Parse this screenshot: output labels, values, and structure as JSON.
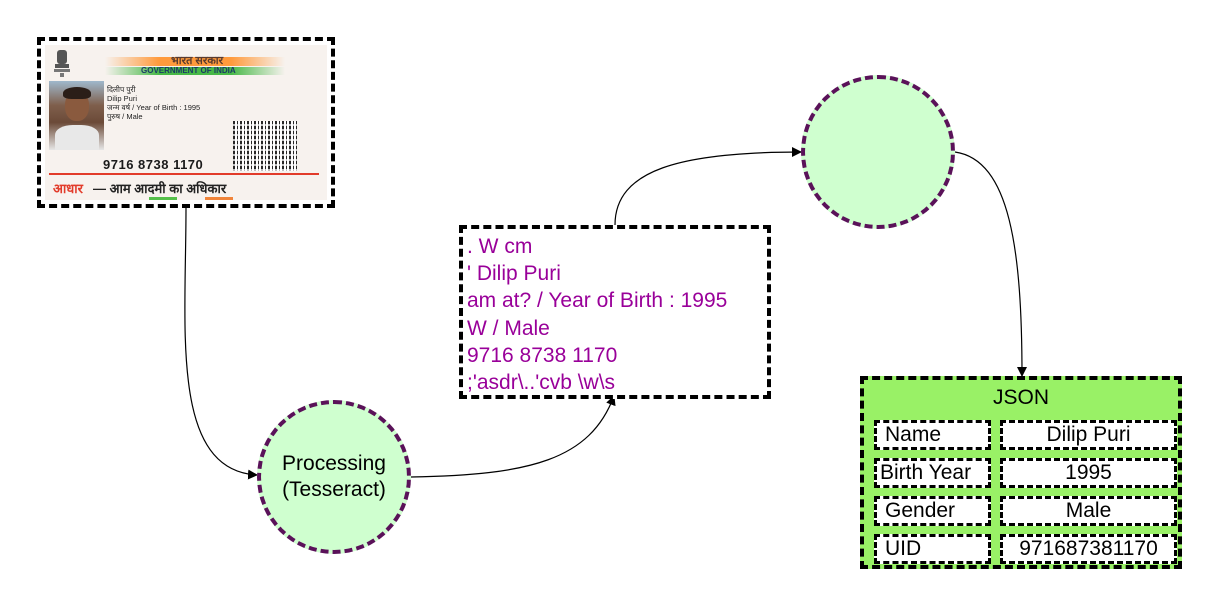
{
  "id_card": {
    "hindi_government": "भारत सरकार",
    "english_government": "GOVERNMENT OF INDIA",
    "name_hindi": "दिलीप पुरी",
    "name_english": "Dilip Puri",
    "birth_year_line": "जन्म वर्ष / Year of Birth : 1995",
    "gender_line": "पुरुष / Male",
    "uid_number": "9716 8738 1170",
    "aadhaar_word": "आधार",
    "slogan": "— आम आदमी का अधिकार"
  },
  "processing_node": {
    "line1": "Processing",
    "line2": "(Tesseract)"
  },
  "ocr_output": {
    "lines": [
      ". W cm",
      "' Dilip Puri",
      "am at? / Year of Birth : 1995",
      "W / Male",
      "9716 8738 1170",
      ";'asdr\\..'cvb \\w\\s"
    ]
  },
  "json_table": {
    "title": "JSON",
    "rows": [
      {
        "key": "Name",
        "value": "Dilip Puri"
      },
      {
        "key": "Birth Year",
        "value": "1995"
      },
      {
        "key": "Gender",
        "value": "Male"
      },
      {
        "key": "UID",
        "value": "971687381170"
      }
    ]
  },
  "colors": {
    "circle_fill": "#cfffcf",
    "circle_border": "#5a1259",
    "ocr_text": "#990099",
    "json_fill": "#99f166"
  }
}
